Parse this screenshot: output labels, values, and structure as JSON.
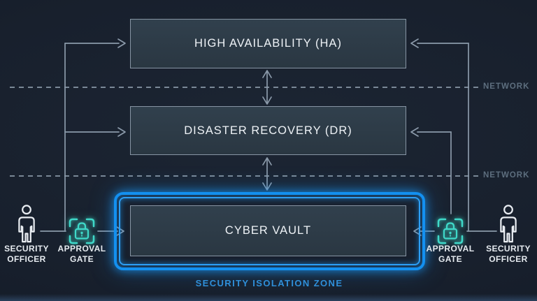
{
  "nodes": {
    "ha": {
      "label": "HIGH AVAILABILITY (HA)"
    },
    "dr": {
      "label": "DISASTER RECOVERY (DR)"
    },
    "vault": {
      "label": "CYBER VAULT"
    }
  },
  "zone": {
    "label": "SECURITY ISOLATION ZONE"
  },
  "network": [
    {
      "label": "NETWORK"
    },
    {
      "label": "NETWORK"
    }
  ],
  "actors": {
    "left_officer": {
      "label_line1": "SECURITY",
      "label_line2": "OFFICER",
      "icon": "person-icon"
    },
    "left_gate": {
      "label_line1": "APPROVAL",
      "label_line2": "GATE",
      "icon": "lock-scan-icon"
    },
    "right_gate": {
      "label_line1": "APPROVAL",
      "label_line2": "GATE",
      "icon": "lock-scan-icon"
    },
    "right_officer": {
      "label_line1": "SECURITY",
      "label_line2": "OFFICER",
      "icon": "person-icon"
    }
  },
  "colors": {
    "background": "#18202d",
    "node_fill": "#2d3a46",
    "node_border": "#8493a3",
    "node_text": "#eef2f6",
    "connector_line": "#8b9aaa",
    "network_text": "#5d6e7e",
    "isolation_blue": "#1793f0",
    "zone_label_blue": "#2f8fd9",
    "gate_teal": "#3fd9c9",
    "officer_white": "#e9edf2"
  }
}
